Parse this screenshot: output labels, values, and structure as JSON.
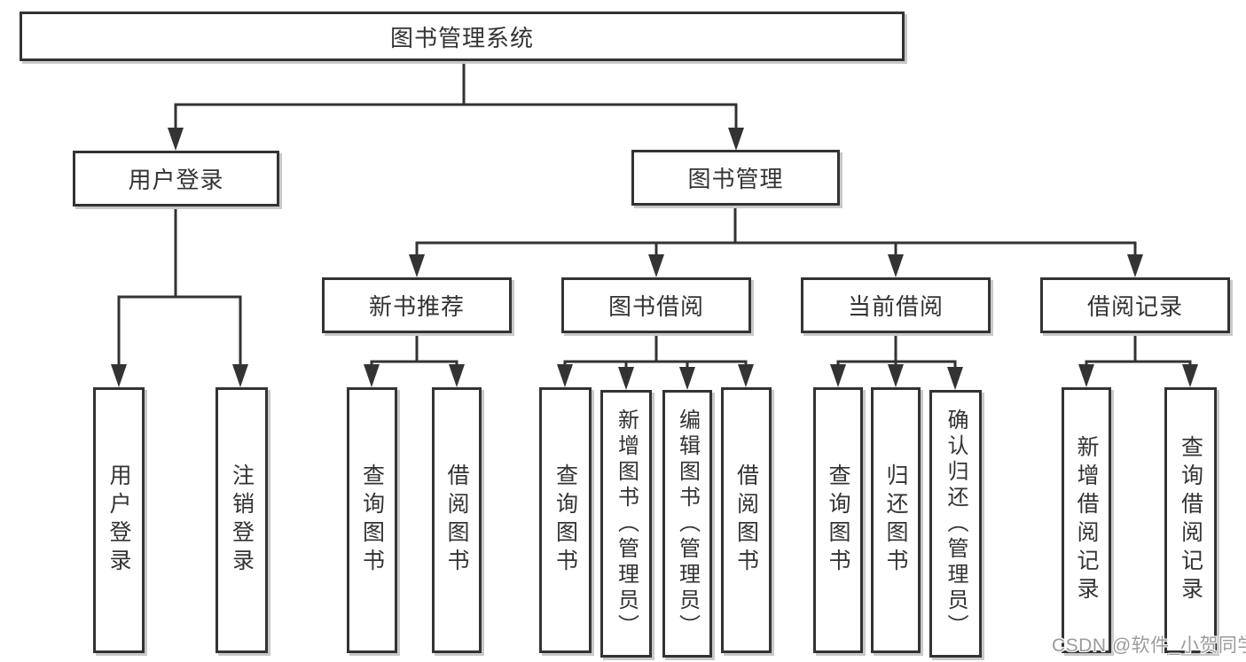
{
  "diagram": {
    "title": "图书管理系统",
    "type": "hierarchy-tree",
    "colors": {
      "line": "#333333",
      "box_border": "#333333",
      "box_background": "#ffffff",
      "box_shadow": "#c9c9c9",
      "text": "#333333",
      "watermark_text": "#9b9b9b"
    },
    "tree": {
      "label": "图书管理系统",
      "children": [
        {
          "label": "用户登录",
          "children": [
            {
              "label": "用户登录"
            },
            {
              "label": "注销登录"
            }
          ]
        },
        {
          "label": "图书管理",
          "children": [
            {
              "label": "新书推荐",
              "children": [
                {
                  "label": "查询图书"
                },
                {
                  "label": "借阅图书"
                }
              ]
            },
            {
              "label": "图书借阅",
              "children": [
                {
                  "label": "查询图书"
                },
                {
                  "label": "新增图书（管理员）"
                },
                {
                  "label": "编辑图书（管理员）"
                },
                {
                  "label": "借阅图书"
                }
              ]
            },
            {
              "label": "当前借阅",
              "children": [
                {
                  "label": "查询图书"
                },
                {
                  "label": "归还图书"
                },
                {
                  "label": "确认归还（管理员）"
                }
              ]
            },
            {
              "label": "借阅记录",
              "children": [
                {
                  "label": "新增借阅记录"
                },
                {
                  "label": "查询借阅记录"
                }
              ]
            }
          ]
        }
      ]
    }
  },
  "watermark": {
    "text": "CSDN @软件_小贺同学"
  }
}
